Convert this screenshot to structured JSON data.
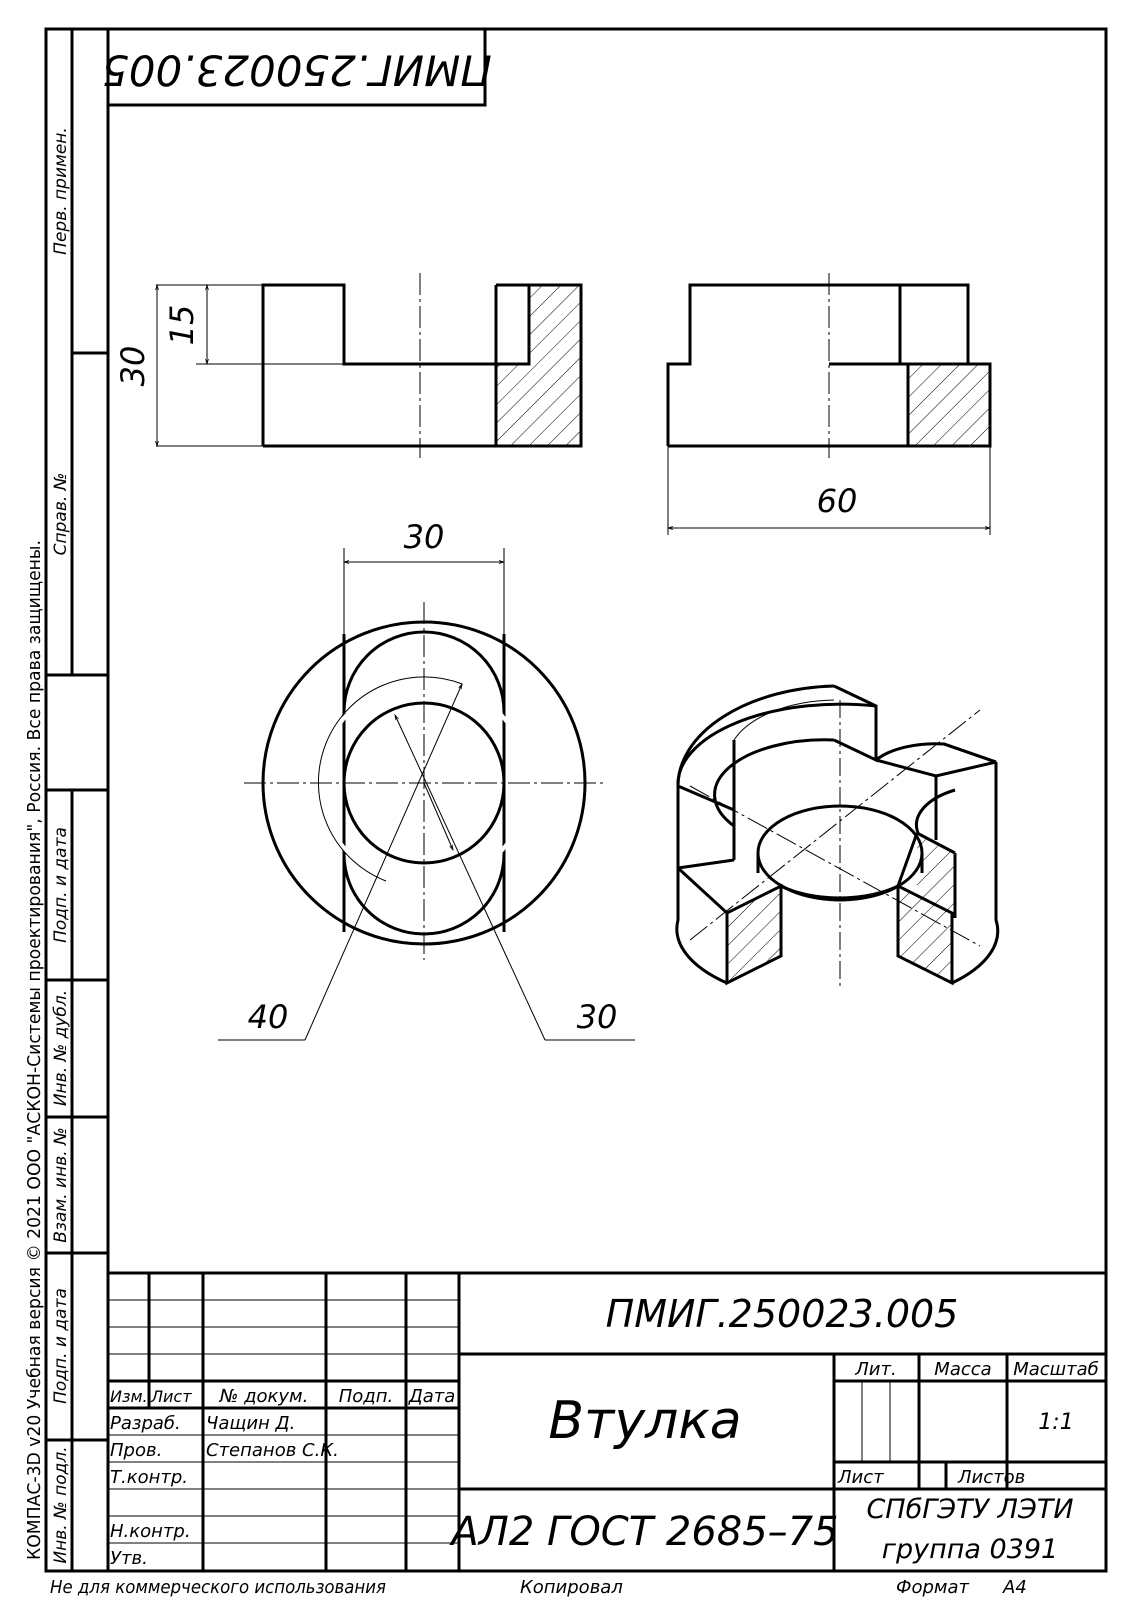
{
  "drawing": {
    "number": "ПМИГ.250023.005",
    "number_top": "ПМИГ.250023.005",
    "part_name": "Втулка",
    "material": "АЛ2 ГОСТ 2685–75",
    "organization_line1": "СПбГЭТУ ЛЭТИ",
    "organization_line2": "группа 0391",
    "scale_value": "1:1"
  },
  "side_stamps": {
    "perv_primen": "Перв. примен.",
    "sprav_no": "Справ. №",
    "podp_data_1": "Подп. и дата",
    "inv_dubl": "Инв. № дубл.",
    "vzam_inv": "Взам. инв. №",
    "podp_data_2": "Подп. и дата",
    "inv_podl": "Инв. № подл.",
    "copyright": "КОМПАС-3D v20 Учебная версия © 2021 ООО \"АСКОН-Системы проектирования\", Россия. Все права защищены."
  },
  "title_block": {
    "izm": "Изм.",
    "list": "Лист",
    "doc_no": "№ докум.",
    "podp": "Подп.",
    "data": "Дата",
    "razrab_label": "Разраб.",
    "razrab_name": "Чащин Д.",
    "prov_label": "Пров.",
    "prov_name": "Степанов С.К.",
    "tkontr_label": "Т.контр.",
    "nkontr_label": "Н.контр.",
    "utv_label": "Утв.",
    "lit": "Лит.",
    "massa": "Масса",
    "masshtab": "Масштаб",
    "list2": "Лист",
    "listov": "Листов"
  },
  "footer": {
    "noncommercial": "Не для коммерческого использования",
    "kopiroval": "Копировал",
    "format_label": "Формат",
    "format_value": "А4"
  },
  "dimensions": {
    "front_height_total": "30",
    "front_height_slot": "15",
    "side_width": "60",
    "top_slot_width": "30",
    "top_outer_dia": "40",
    "top_inner_dia": "30"
  }
}
